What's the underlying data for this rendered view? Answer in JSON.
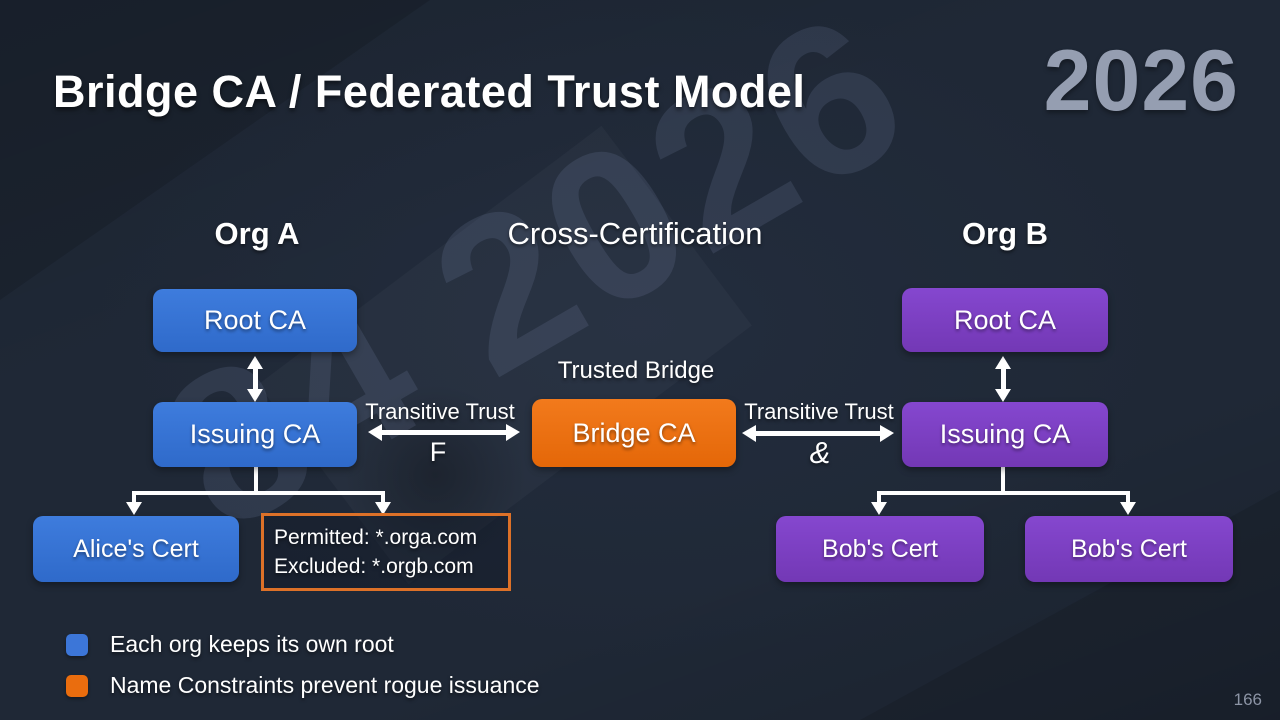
{
  "slide": {
    "title": "Bridge CA / Federated Trust Model",
    "year": "2026",
    "watermark": "84 2026",
    "page_number": "166",
    "background_color": "#1f2836"
  },
  "sections": {
    "org_a": "Org A",
    "center": "Cross-Certification",
    "org_b": "Org B"
  },
  "org_a": {
    "root": "Root CA",
    "issuing": "Issuing CA",
    "cert": "Alice's Cert"
  },
  "org_b": {
    "root": "Root CA",
    "issuing": "Issuing CA",
    "cert_left": "Bob's Cert",
    "cert_right": "Bob's Cert"
  },
  "bridge": {
    "caption": "Trusted Bridge",
    "label": "Bridge CA"
  },
  "trust_left": {
    "label": "Transitive Trust",
    "sub": "F"
  },
  "trust_right": {
    "label": "Transitive Trust",
    "sub": "&"
  },
  "constraints": {
    "line1": "Permitted: *.orga.com",
    "line2": "Excluded: *.orgb.com"
  },
  "legend": {
    "items": [
      {
        "swatch_color": "#3c76d8",
        "text": "Each org keeps its own root"
      },
      {
        "swatch_color": "#ea6d0e",
        "text": "Name Constraints prevent rogue issuance"
      }
    ]
  },
  "colors": {
    "org_a_blue": "#3573d4",
    "org_b_purple": "#7d3fc4",
    "bridge_orange": "#ee7012",
    "constraint_border": "#dd7128"
  }
}
